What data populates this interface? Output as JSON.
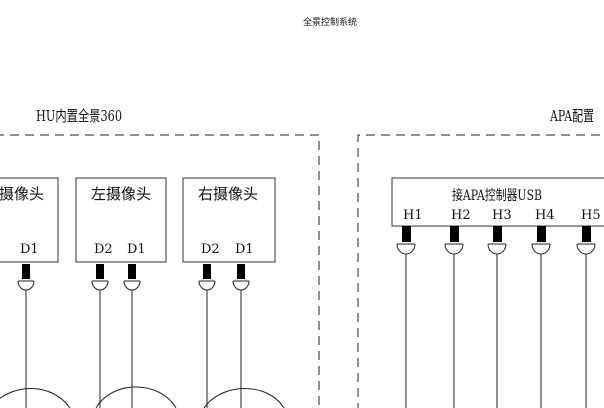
{
  "title": "全景控制系统",
  "left_group": {
    "label": "HU内置全景360",
    "cameras": [
      {
        "name": "摄像头",
        "pins": [
          "D1"
        ]
      },
      {
        "name": "左摄像头",
        "pins": [
          "D2",
          "D1"
        ]
      },
      {
        "name": "右摄像头",
        "pins": [
          "D2",
          "D1"
        ]
      }
    ]
  },
  "right_group": {
    "label": "APA配置",
    "controller": {
      "name": "接APA控制器USB",
      "ports": [
        "H1",
        "H2",
        "H3",
        "H4",
        "H5"
      ]
    }
  }
}
